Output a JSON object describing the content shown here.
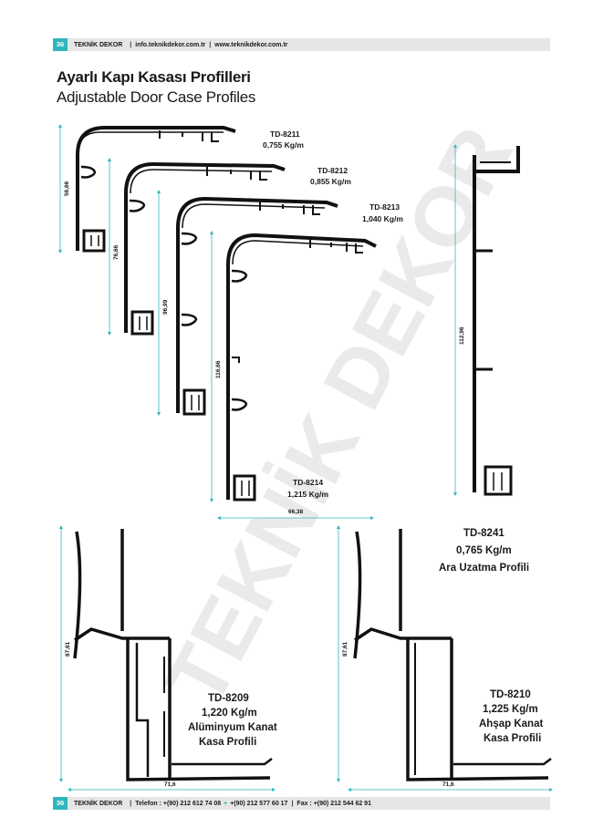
{
  "header": {
    "page_number": "36",
    "brand": "TEKNİK DEKOR",
    "email": "info.teknikdekor.com.tr",
    "website": "www.teknikdekor.com.tr",
    "separator": "|"
  },
  "footer": {
    "page_number": "36",
    "brand": "TEKNİK DEKOR",
    "phone_label": "Telefon :",
    "phone1": "+(90) 212 612 74 08",
    "plus": "+",
    "phone2": "+(90) 212 577 60 17",
    "fax_label": "Fax :",
    "fax": "+(90) 212 544 62 91",
    "separator": "|"
  },
  "title": "Ayarlı Kapı Kasası Profilleri",
  "subtitle": "Adjustable Door Case Profiles",
  "watermark": "TEKNİK DEKOR",
  "profiles": {
    "td8211": {
      "code": "TD-8211",
      "weight": "0,755 Kg/m",
      "height": "56,66"
    },
    "td8212": {
      "code": "TD-8212",
      "weight": "0,855 Kg/m",
      "height": "76,66"
    },
    "td8213": {
      "code": "TD-8213",
      "weight": "1,040 Kg/m",
      "height": "96,99"
    },
    "td8214": {
      "code": "TD-8214",
      "weight": "1,215 Kg/m",
      "height": "116,66",
      "width": "66,38"
    },
    "td8241": {
      "code": "TD-8241",
      "weight": "0,765 Kg/m",
      "name": "Ara Uzatma Profili",
      "height": "112,96"
    },
    "td8209": {
      "code": "TD-8209",
      "weight": "1,220 Kg/m",
      "name_line1": "Alüminyum Kanat",
      "name_line2": "Kasa Profili",
      "height": "87,61",
      "width": "71,6"
    },
    "td8210": {
      "code": "TD-8210",
      "weight": "1,225 Kg/m",
      "name_line1": "Ahşap Kanat",
      "name_line2": "Kasa Profili",
      "height": "87,61",
      "width": "71,6"
    }
  },
  "colors": {
    "accent": "#2fb6bd",
    "profile": "#111111",
    "bar": "#e6e6e6",
    "watermark": "#d9d9d9"
  }
}
